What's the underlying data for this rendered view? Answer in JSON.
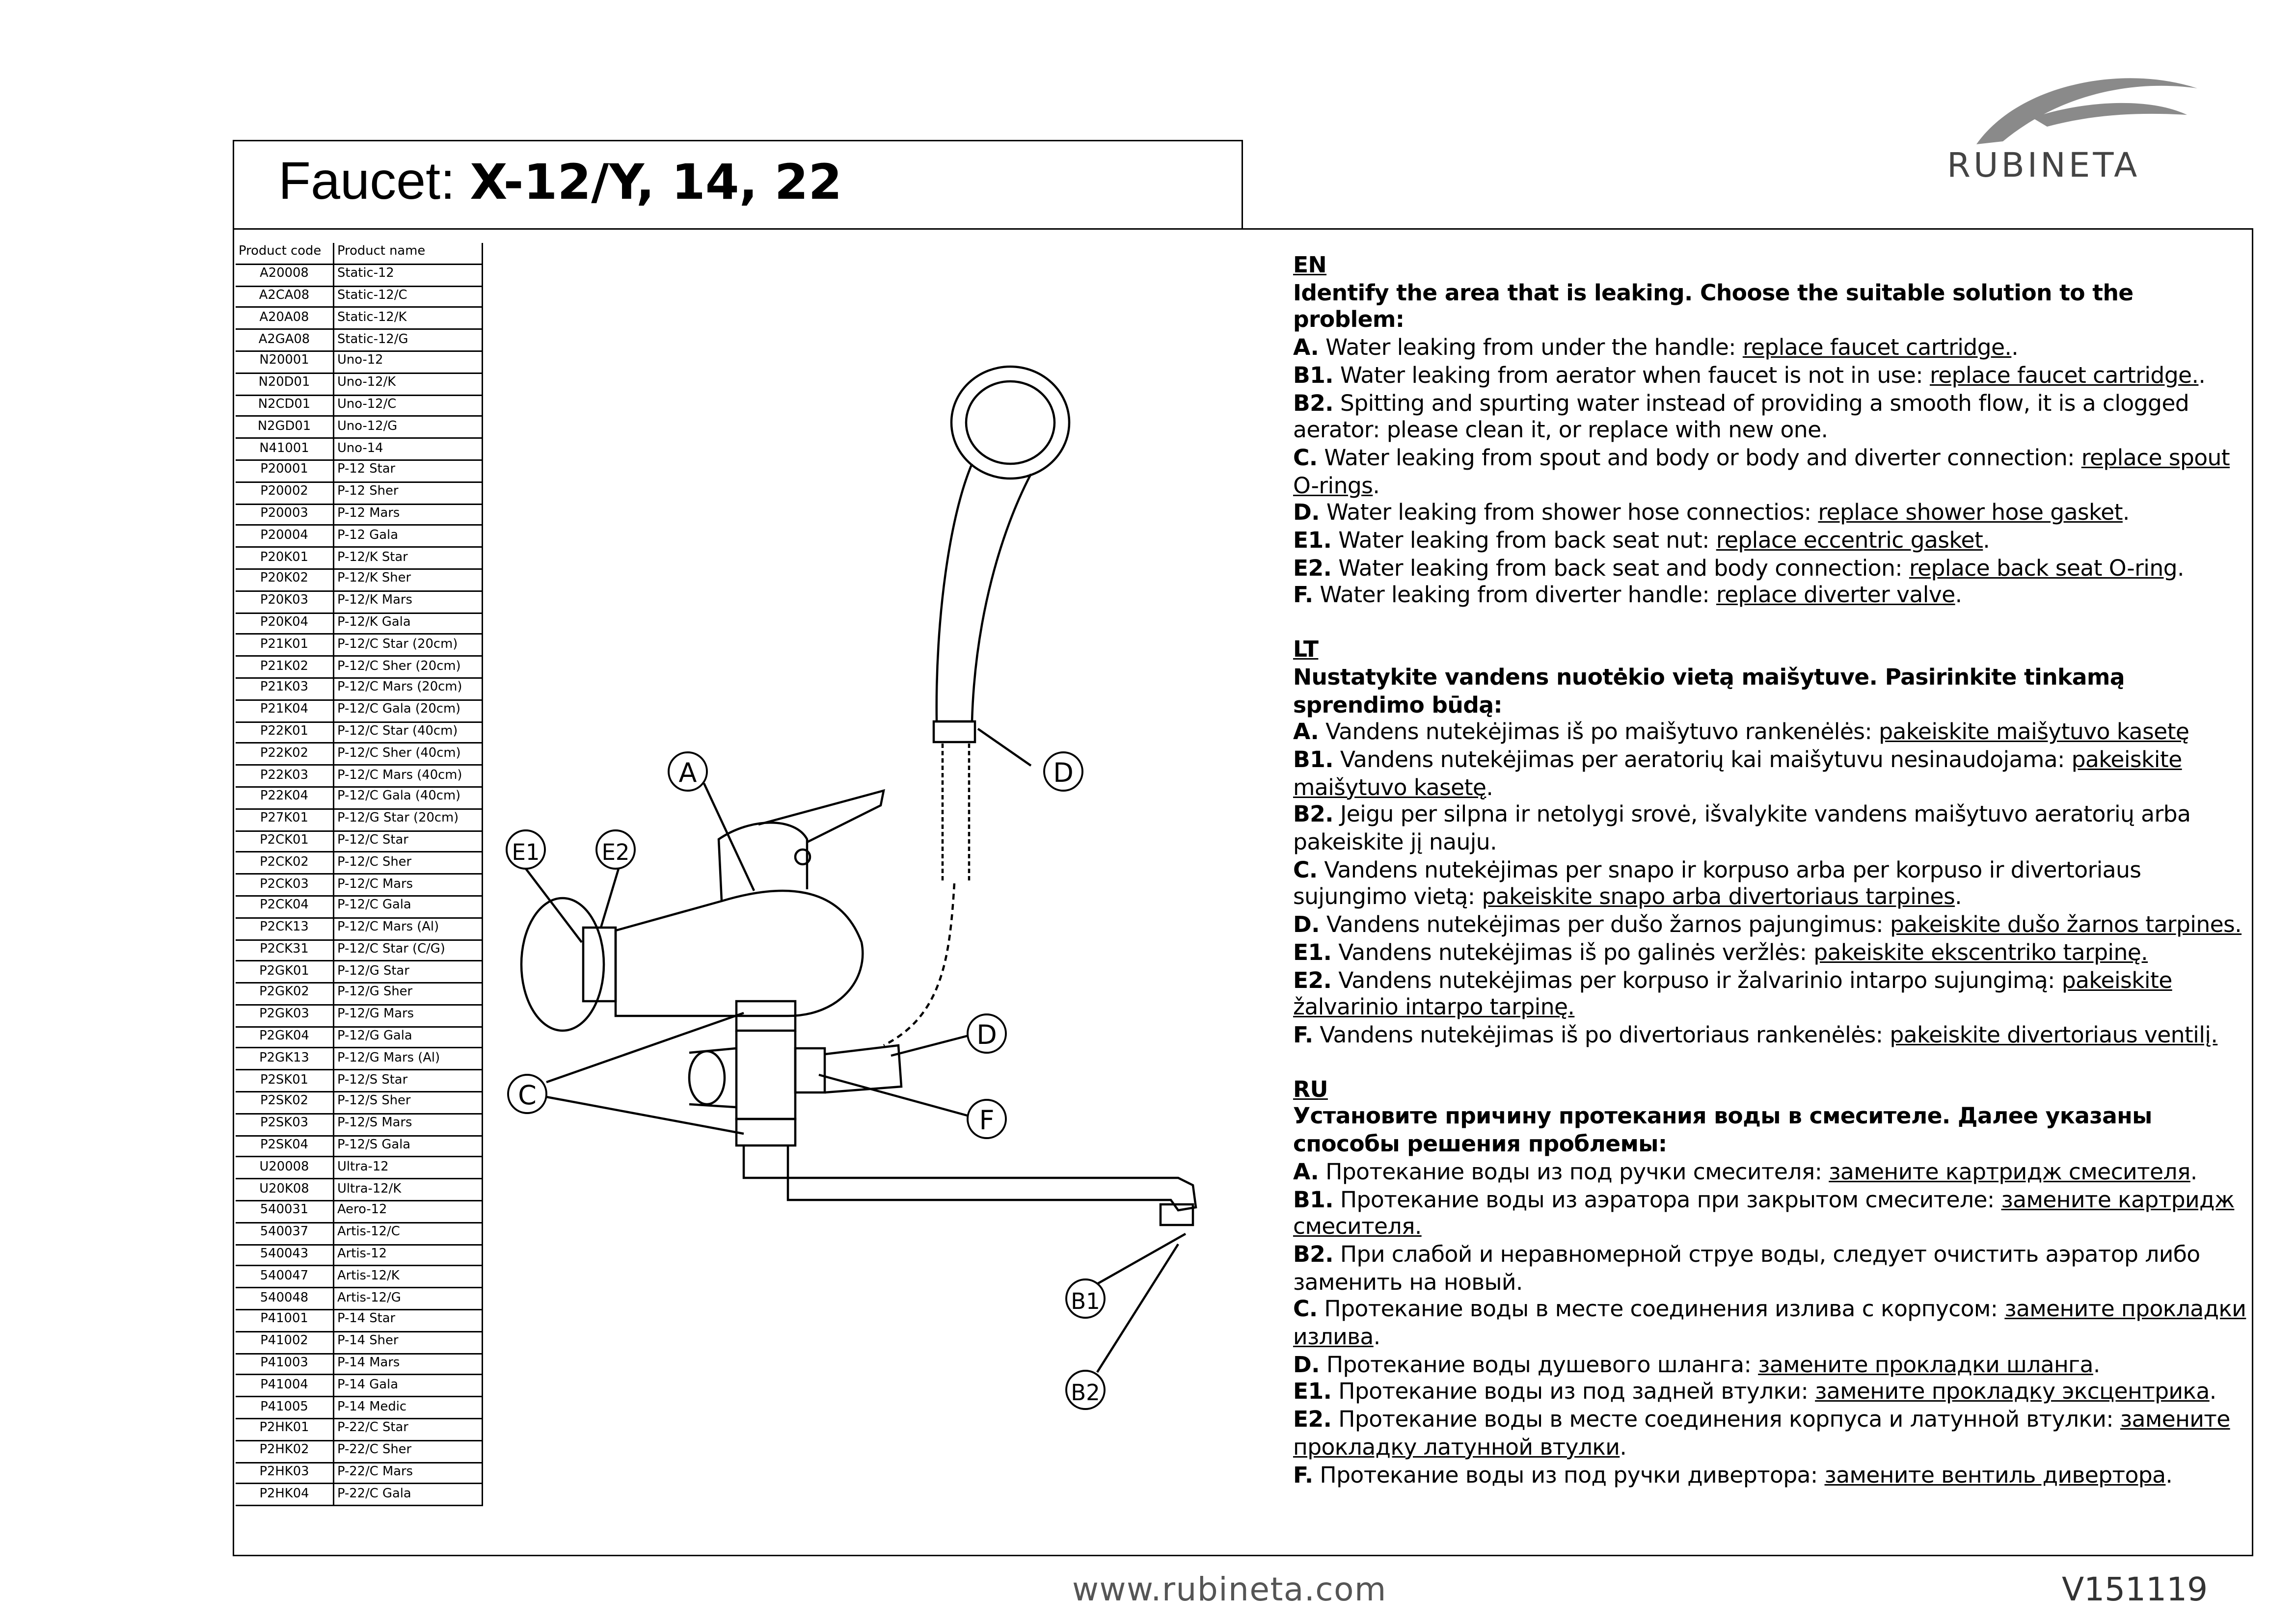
{
  "title": {
    "prefix": "Faucet: ",
    "models": "X-12/Y, 14, 22"
  },
  "brand": {
    "name": "RUBINETA",
    "url": "www.rubineta.com",
    "version": "V151119"
  },
  "table": {
    "headers": [
      "Product code",
      "Product name"
    ],
    "rows": [
      [
        "A20008",
        "Static-12"
      ],
      [
        "A2CA08",
        "Static-12/C"
      ],
      [
        "A20A08",
        "Static-12/K"
      ],
      [
        "A2GA08",
        "Static-12/G"
      ],
      [
        "N20001",
        "Uno-12"
      ],
      [
        "N20D01",
        "Uno-12/K"
      ],
      [
        "N2CD01",
        "Uno-12/C"
      ],
      [
        "N2GD01",
        "Uno-12/G"
      ],
      [
        "N41001",
        "Uno-14"
      ],
      [
        "P20001",
        "P-12 Star"
      ],
      [
        "P20002",
        "P-12 Sher"
      ],
      [
        "P20003",
        "P-12 Mars"
      ],
      [
        "P20004",
        "P-12 Gala"
      ],
      [
        "P20K01",
        "P-12/K Star"
      ],
      [
        "P20K02",
        "P-12/K Sher"
      ],
      [
        "P20K03",
        "P-12/K Mars"
      ],
      [
        "P20K04",
        "P-12/K Gala"
      ],
      [
        "P21K01",
        "P-12/C Star (20cm)"
      ],
      [
        "P21K02",
        "P-12/C Sher (20cm)"
      ],
      [
        "P21K03",
        "P-12/C Mars (20cm)"
      ],
      [
        "P21K04",
        "P-12/C Gala (20cm)"
      ],
      [
        "P22K01",
        "P-12/C Star (40cm)"
      ],
      [
        "P22K02",
        "P-12/C Sher (40cm)"
      ],
      [
        "P22K03",
        "P-12/C Mars (40cm)"
      ],
      [
        "P22K04",
        "P-12/C Gala (40cm)"
      ],
      [
        "P27K01",
        "P-12/G Star (20cm)"
      ],
      [
        "P2CK01",
        "P-12/C Star"
      ],
      [
        "P2CK02",
        "P-12/C Sher"
      ],
      [
        "P2CK03",
        "P-12/C Mars"
      ],
      [
        "P2CK04",
        "P-12/C Gala"
      ],
      [
        "P2CK13",
        "P-12/C Mars (Al)"
      ],
      [
        "P2CK31",
        "P-12/C Star (C/G)"
      ],
      [
        "P2GK01",
        "P-12/G Star"
      ],
      [
        "P2GK02",
        "P-12/G Sher"
      ],
      [
        "P2GK03",
        "P-12/G Mars"
      ],
      [
        "P2GK04",
        "P-12/G Gala"
      ],
      [
        "P2GK13",
        "P-12/G Mars (Al)"
      ],
      [
        "P2SK01",
        "P-12/S Star"
      ],
      [
        "P2SK02",
        "P-12/S Sher"
      ],
      [
        "P2SK03",
        "P-12/S Mars"
      ],
      [
        "P2SK04",
        "P-12/S Gala"
      ],
      [
        "U20008",
        "Ultra-12"
      ],
      [
        "U20K08",
        "Ultra-12/K"
      ],
      [
        "540031",
        "Aero-12"
      ],
      [
        "540037",
        "Artis-12/C"
      ],
      [
        "540043",
        "Artis-12"
      ],
      [
        "540047",
        "Artis-12/K"
      ],
      [
        "540048",
        "Artis-12/G"
      ],
      [
        "P41001",
        "P-14 Star"
      ],
      [
        "P41002",
        "P-14 Sher"
      ],
      [
        "P41003",
        "P-14 Mars"
      ],
      [
        "P41004",
        "P-14 Gala"
      ],
      [
        "P41005",
        "P-14 Medic"
      ],
      [
        "P2HK01",
        "P-22/C Star"
      ],
      [
        "P2HK02",
        "P-22/C Sher"
      ],
      [
        "P2HK03",
        "P-22/C Mars"
      ],
      [
        "P2HK04",
        "P-22/C Gala"
      ]
    ]
  },
  "callouts": {
    "A": "A",
    "D1": "D",
    "D2": "D",
    "E1": "E1",
    "E2": "E2",
    "C": "C",
    "F": "F",
    "B1": "B1",
    "B2": "B2"
  },
  "sections": [
    {
      "lang": "EN",
      "heading": "Identify the area that is leaking. Choose the suitable solution to the problem:",
      "items": [
        {
          "label": "A.",
          "text": " Water leaking from under the handle: ",
          "fix": "replace faucet cartridge.",
          "tail": "."
        },
        {
          "label": "B1.",
          "text": " Water leaking from aerator when faucet is not in use: ",
          "fix": "replace faucet cartridge.",
          "tail": "."
        },
        {
          "label": "B2.",
          "text": " Spitting and spurting water instead of providing a smooth flow, it is a clogged aerator: please clean it, or replace with new one.",
          "fix": "",
          "tail": ""
        },
        {
          "label": "C.",
          "text": " Water leaking from spout and body or body and diverter connection: ",
          "fix": "replace spout O-rings",
          "tail": "."
        },
        {
          "label": "D.",
          "text": " Water leaking from shower hose connectios: ",
          "fix": "replace shower hose gasket",
          "tail": "."
        },
        {
          "label": "E1.",
          "text": " Water leaking from back seat nut: ",
          "fix": "replace eccentric gasket",
          "tail": "."
        },
        {
          "label": "E2.",
          "text": " Water leaking from back seat and body connection: ",
          "fix": "replace back seat O-ring",
          "tail": "."
        },
        {
          "label": "F.",
          "text": " Water leaking from diverter handle: ",
          "fix": "replace diverter valve",
          "tail": "."
        }
      ]
    },
    {
      "lang": "LT",
      "heading": "Nustatykite vandens nuotėkio vietą maišytuve. Pasirinkite tinkamą sprendimo būdą:",
      "items": [
        {
          "label": "A.",
          "text": " Vandens nutekėjimas iš po maišytuvo rankenėlės: ",
          "fix": "pakeiskite maišytuvo kasetę",
          "tail": ""
        },
        {
          "label": "B1.",
          "text": " Vandens nutekėjimas per aeratorių kai maišytuvu nesinaudojama: ",
          "fix": "pakeiskite maišytuvo kasetę",
          "tail": "."
        },
        {
          "label": "B2.",
          "text": " Jeigu per silpna ir netolygi srovė, išvalykite vandens maišytuvo aeratorių arba pakeiskite jį nauju.",
          "fix": "",
          "tail": ""
        },
        {
          "label": "C.",
          "text": " Vandens nutekėjimas per snapo ir korpuso arba per korpuso ir divertoriaus sujungimo vietą: ",
          "fix": "pakeiskite snapo arba divertoriaus tarpines",
          "tail": "."
        },
        {
          "label": "D.",
          "text": " Vandens nutekėjimas per dušo žarnos pajungimus: ",
          "fix": "pakeiskite dušo žarnos tarpines.",
          "tail": ""
        },
        {
          "label": "E1.",
          "text": " Vandens nutekėjimas iš po galinės veržlės: ",
          "fix": "pakeiskite ekscentriko tarpinę.",
          "tail": ""
        },
        {
          "label": "E2.",
          "text": " Vandens nutekėjimas per korpuso ir žalvarinio intarpo sujungimą: ",
          "fix": "pakeiskite žalvarinio intarpo tarpinę.",
          "tail": ""
        },
        {
          "label": "F.",
          "text": " Vandens nutekėjimas iš po divertoriaus rankenėlės: ",
          "fix": "pakeiskite divertoriaus ventilį.",
          "tail": ""
        }
      ]
    },
    {
      "lang": "RU",
      "heading": "Установите причину протекания воды в смесителе. Далее указаны способы решения проблемы:",
      "items": [
        {
          "label": "A.",
          "text": " Протекание воды из под ручки смесителя: ",
          "fix": "замените картридж смесителя",
          "tail": "."
        },
        {
          "label": "B1.",
          "text": " Протекание воды из аэратора при закрытом смесителе: ",
          "fix": "замените картридж смесителя.",
          "tail": ""
        },
        {
          "label": "B2.",
          "text": " При слабой и неравномерной струе воды, следует очистить аэратор либо заменить на новый.",
          "fix": "",
          "tail": ""
        },
        {
          "label": "C.",
          "text": " Протекание воды в месте соединения излива с корпусом: ",
          "fix": "замените прокладки излива",
          "tail": "."
        },
        {
          "label": "D.",
          "text": " Протекание воды душевого шланга: ",
          "fix": "замените прокладки шланга",
          "tail": "."
        },
        {
          "label": "E1.",
          "text": " Протекание воды из под задней втулки: ",
          "fix": "замените прокладку эксцентрика",
          "tail": "."
        },
        {
          "label": "E2.",
          "text": " Протекание воды в месте соединения корпуса и латунной втулки: ",
          "fix": "замените прокладку латунной втулки",
          "tail": "."
        },
        {
          "label": "F.",
          "text": " Протекание воды из под ручки дивертора: ",
          "fix": "замените вентиль дивертора",
          "tail": "."
        }
      ]
    }
  ]
}
